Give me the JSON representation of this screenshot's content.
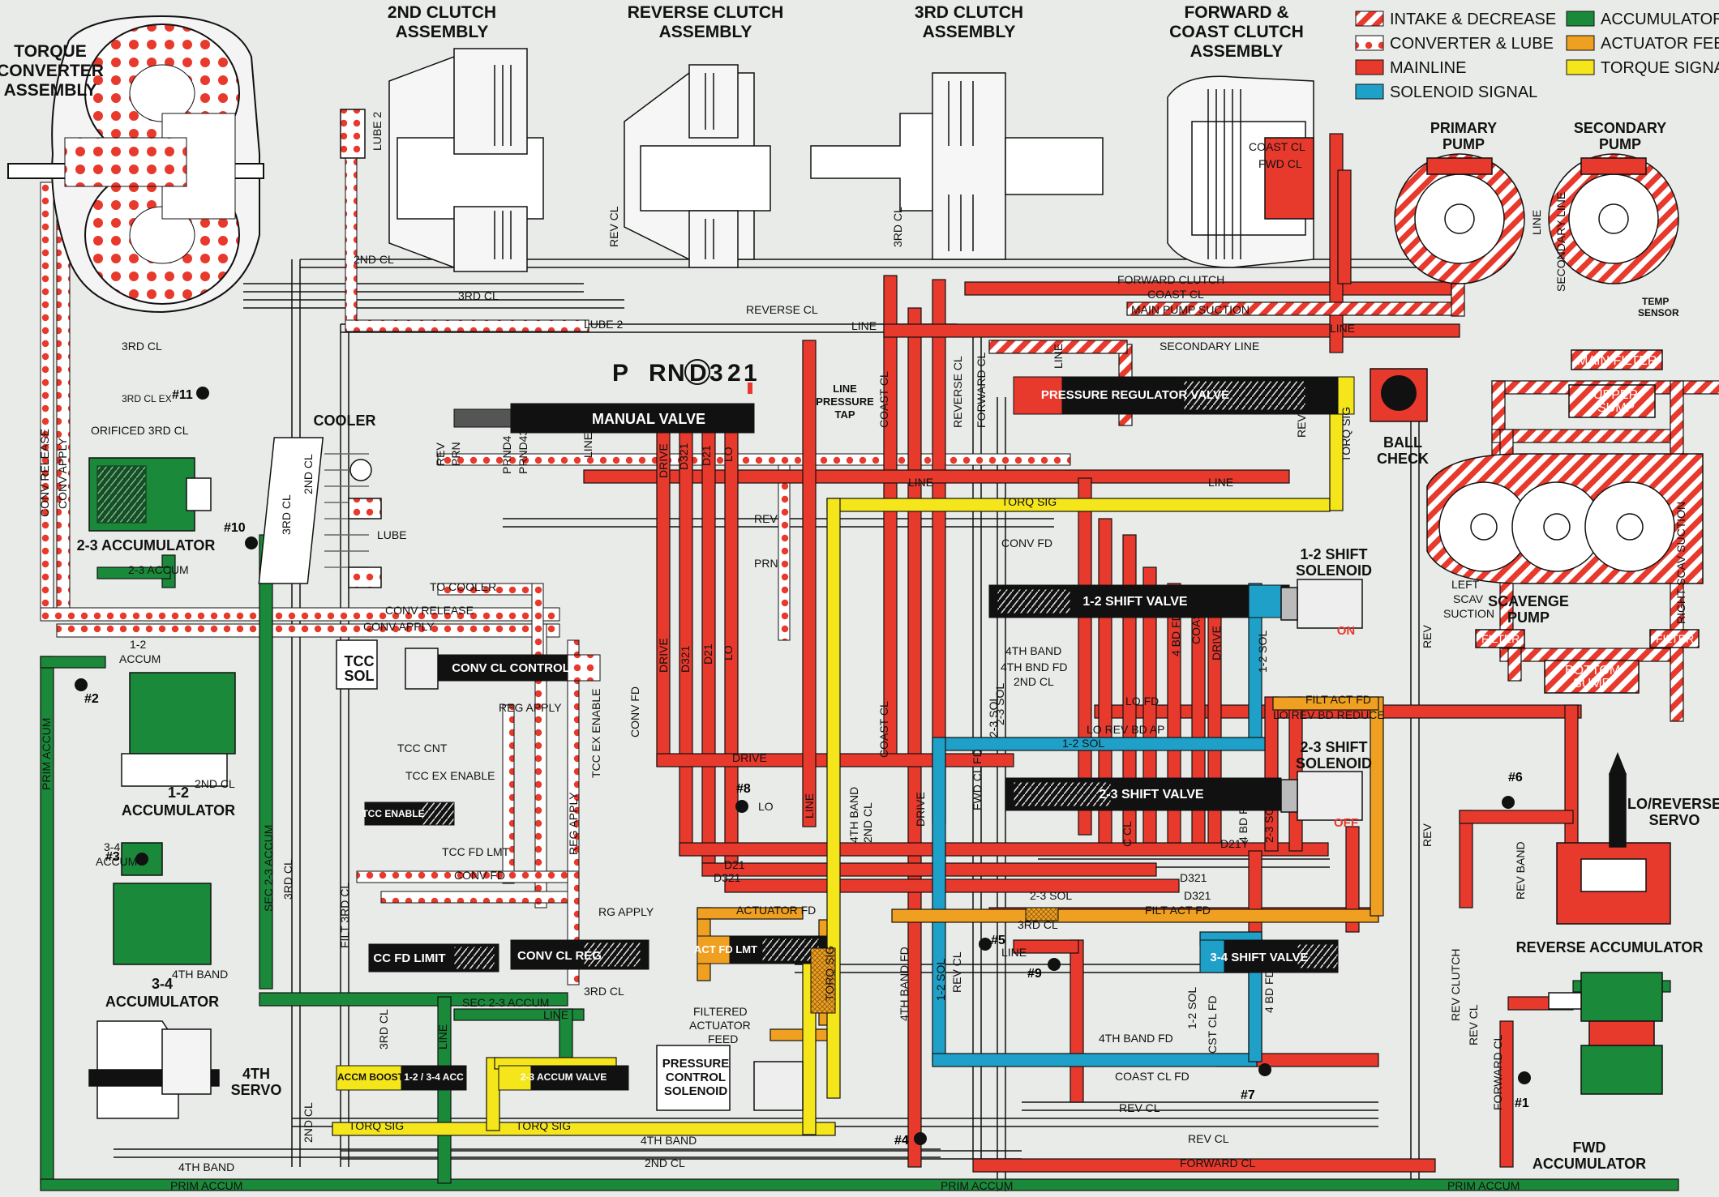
{
  "legend": [
    {
      "label": "INTAKE & DECREASE",
      "style": "hatch",
      "color": "#e8392d"
    },
    {
      "label": "CONVERTER & LUBE",
      "style": "dots",
      "color": "#e8392d"
    },
    {
      "label": "MAINLINE",
      "style": "solid",
      "color": "#e8392d"
    },
    {
      "label": "SOLENOID SIGNAL",
      "style": "solid",
      "color": "#1fa0c8"
    },
    {
      "label": "ACCUMULATOR",
      "style": "solid",
      "color": "#1a8a3a"
    },
    {
      "label": "ACTUATOR FEED",
      "style": "solid",
      "color": "#f0a020"
    },
    {
      "label": "TORQUE SIGNAL",
      "style": "solid",
      "color": "#f5e61c"
    }
  ],
  "assemblies": {
    "torque_converter": [
      "TORQUE",
      "CONVERTER",
      "ASSEMBLY"
    ],
    "second_clutch": [
      "2ND CLUTCH",
      "ASSEMBLY"
    ],
    "reverse_clutch": [
      "REVERSE CLUTCH",
      "ASSEMBLY"
    ],
    "third_clutch": [
      "3RD CLUTCH",
      "ASSEMBLY"
    ],
    "forward_coast": [
      "FORWARD &",
      "COAST CLUTCH",
      "ASSEMBLY"
    ]
  },
  "pumps": {
    "primary": [
      "PRIMARY",
      "PUMP"
    ],
    "secondary": [
      "SECONDARY",
      "PUMP"
    ],
    "scavenge": [
      "SCAVENGE",
      "PUMP"
    ],
    "temp_sensor": [
      "TEMP",
      "SENSOR"
    ],
    "main_filter": "MAIN FILTER",
    "upper_sump": [
      "UPPER",
      "SUMP"
    ],
    "bottom_sump": [
      "BOTTOM",
      "SUMP"
    ],
    "filter": "FILTER",
    "left_scav": [
      "LEFT",
      "SCAV",
      "SUCTION"
    ],
    "right_scav": "RIGHT SCAV SUCTION",
    "ball_check": [
      "BALL",
      "CHECK"
    ]
  },
  "gear_selector": {
    "letters": [
      "P",
      "R",
      "N",
      "D",
      "3",
      "2",
      "1"
    ]
  },
  "valves": {
    "manual": "MANUAL VALVE",
    "pressure_reg": "PRESSURE REGULATOR VALVE",
    "shift_12": "1-2 SHIFT VALVE",
    "shift_23": "2-3 SHIFT VALVE",
    "shift_34": "3-4 SHIFT VALVE",
    "conv_cl_control": "CONV CL CONTROL",
    "conv_cl_reg": "CONV CL REG",
    "cc_fd_limit": "CC FD LIMIT",
    "tcc_enable": "TCC ENABLE",
    "act_fd_lmt": "ACT FD LMT",
    "accm_boost": "ACCM BOOST",
    "acc_12_34": "1-2 / 3-4 ACC",
    "accum_23": "2-3 ACCUM VALVE"
  },
  "solenoids": {
    "shift_12": [
      "1-2 SHIFT",
      "SOLENOID"
    ],
    "shift_12_state": "ON",
    "shift_23": [
      "2-3 SHIFT",
      "SOLENOID"
    ],
    "shift_23_state": "OFF",
    "tcc": [
      "TCC",
      "SOL"
    ],
    "pcs": [
      "PRESSURE",
      "CONTROL",
      "SOLENOID"
    ]
  },
  "components": {
    "cooler": "COOLER",
    "line_tap": [
      "LINE",
      "PRESSURE",
      "TAP"
    ],
    "acc_23": "2-3 ACCUMULATOR",
    "acc_12": [
      "1-2",
      "ACCUMULATOR"
    ],
    "acc_34": [
      "3-4",
      "ACCUMULATOR"
    ],
    "servo_4th": [
      "4TH",
      "SERVO"
    ],
    "lo_rev_servo": [
      "LO/REVERSE",
      "SERVO"
    ],
    "rev_acc": "REVERSE ACCUMULATOR",
    "fwd_acc": [
      "FWD",
      "ACCUMULATOR"
    ],
    "filtered_feed": [
      "FILTERED",
      "ACTUATOR",
      "FEED"
    ],
    "acc12_label": [
      "1-2",
      "ACCUM"
    ],
    "acc34_label": [
      "3-4",
      "ACCUM"
    ]
  },
  "checkballs": [
    "#1",
    "#2",
    "#3",
    "#4",
    "#5",
    "#6",
    "#7",
    "#8",
    "#9",
    "#10",
    "#11"
  ],
  "passages": {
    "forward_clutch": "FORWARD CLUTCH",
    "coast_cl": "COAST CL",
    "main_pump_suction": "MAIN PUMP SUCTION",
    "line": "LINE",
    "secondary_line": "SECONDARY LINE",
    "reverse_cl": "REVERSE CL",
    "lube2": "LUBE 2",
    "third_cl": "3RD CL",
    "second_cl": "2ND CL",
    "torq_sig": "TORQ SIG",
    "rev": "REV",
    "conv_fd": "CONV FD",
    "prn": "PRN",
    "to_cooler": "TO COOLER",
    "conv_release": "CONV RELEASE",
    "conv_apply": "CONV APPLY",
    "fourth_band": "4TH BAND",
    "fourth_bnd_fd": "4TH BND FD",
    "lo_fd": "LO FD",
    "lo_rev_bd_ap": "LO REV BD AP",
    "sol12": "1-2 SOL",
    "sol23": "2-3 SOL",
    "filt_act_fd": "FILT ACT FD",
    "lo_rev_bd_reduce": "LO REV BD REDUCE",
    "drive": "DRIVE",
    "d21": "D21",
    "d321": "D321",
    "lo": "LO",
    "d21y": "D21Y",
    "sec_23_accum": "SEC 2-3 ACCUM",
    "prim_accum": "PRIM ACCUM",
    "fourth_band_fd": "4TH BAND FD",
    "coast_cl_fd": "COAST CL FD",
    "rev_clutch": "REV CLUTCH",
    "forward_cl": "FORWARD CL",
    "rev_cl": "REV CL",
    "tcc_cnt": "TCC CNT",
    "tcc_ex_enable": "TCC EX ENABLE",
    "tcc_fd_lmt": "TCC FD LMT",
    "rg_apply": "RG APPLY",
    "actuator_fd": "ACTUATOR FD",
    "reg_apply": "REG APPLY",
    "tcc_ex_enable_v": "TCC EX ENABLE",
    "orificed_3rd": "ORIFICED 3RD CL",
    "accum_23": "2-3 ACCUM",
    "filt_3rd_cl": "FILT 3RD CL",
    "coast_cl_v": "COAST CL",
    "fwd_cl": "FWD CL",
    "lube": "LUBE",
    "prnd4": "PRND4",
    "prnd43": "PRND43",
    "ex": "EX",
    "fwd_cl_fd": "FWD CL FD",
    "four_bd_fd": "4 BD FD",
    "cst_cl_fd": "CST CL FD",
    "four_bd_fd2": "4 BD FD",
    "third_cl_ex": "3RD CL EX",
    "sec_23_accum_v": "SEC 2-3 ACCUM",
    "rev_band": "REV BAND",
    "c_cl": "C CL"
  }
}
